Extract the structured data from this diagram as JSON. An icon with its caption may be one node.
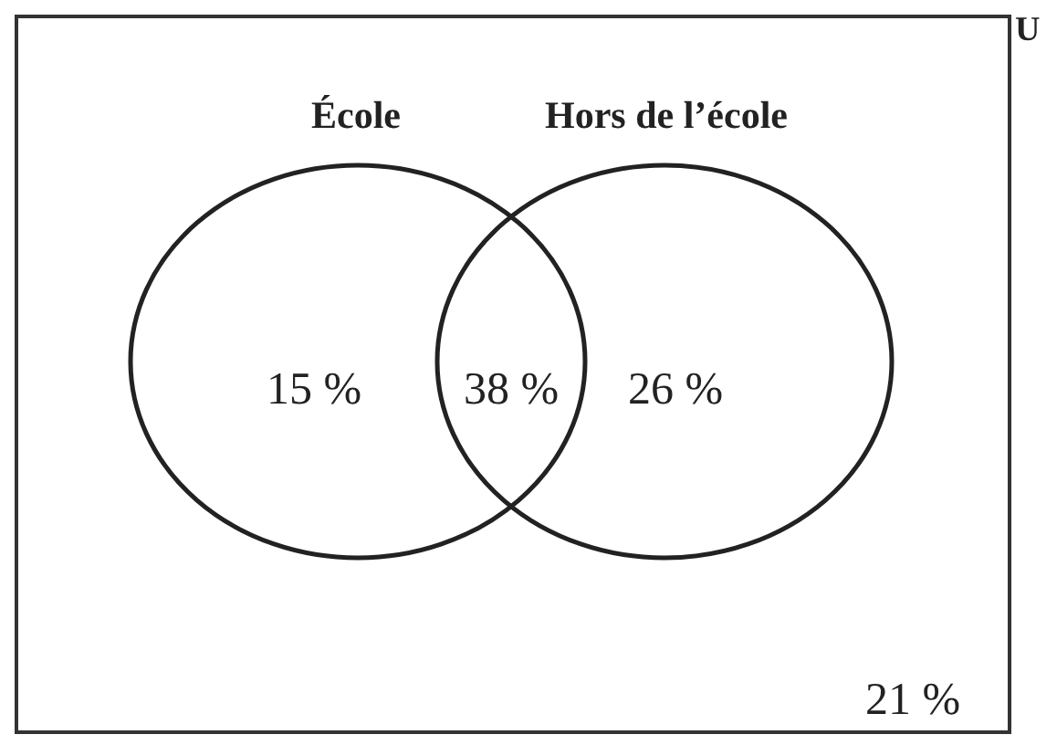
{
  "diagram": {
    "nodes": [
      {
        "text": [
          "U",
          "21 %"
        ]
      },
      {
        "text": [
          "École",
          "15 %"
        ],
        "in": 0
      },
      {
        "text": [
          "Hors de l’école",
          "26 %"
        ],
        "in": 0
      }
    ],
    "edges": [],
    "labels": [
      "38 %"
    ]
  }
}
